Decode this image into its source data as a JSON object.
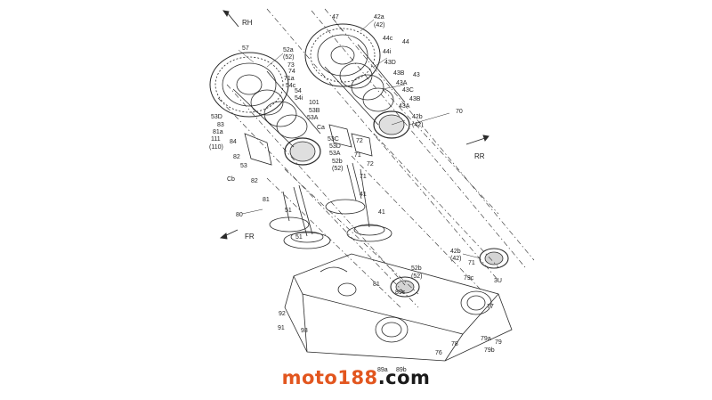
{
  "directions": {
    "rh": "RH",
    "rr": "RR",
    "fr": "FR"
  },
  "labels": [
    "47",
    "42a",
    "(42)",
    "44c",
    "44",
    "44i",
    "43D",
    "43B",
    "43",
    "43A",
    "43C",
    "43B",
    "43A",
    "42b",
    "(42)",
    "70",
    "57",
    "52a",
    "(52)",
    "73",
    "74",
    "71a",
    "54c",
    "54",
    "54i",
    "101",
    "53B",
    "53A",
    "53D",
    "83",
    "81a",
    "111",
    "(110)",
    "84",
    "82",
    "Ca",
    "53C",
    "53D",
    "53A",
    "52b",
    "(52)",
    "72",
    "71",
    "72",
    "71",
    "41",
    "41",
    "53",
    "82",
    "Cb",
    "81",
    "51",
    "80",
    "51",
    "42b",
    "(42)",
    "71",
    "3U",
    "52b",
    "(52)",
    "81",
    "79c",
    "89c",
    "77",
    "92",
    "91",
    "93",
    "78",
    "79a",
    "79b",
    "79",
    "76",
    "89a",
    "89b"
  ],
  "watermark": {
    "part1": "moto188",
    "part2": ".com",
    "color1": "#e2561f",
    "color2": "#1a1a1a"
  },
  "colors": {
    "line": "#2a2a2a",
    "background": "#ffffff"
  }
}
